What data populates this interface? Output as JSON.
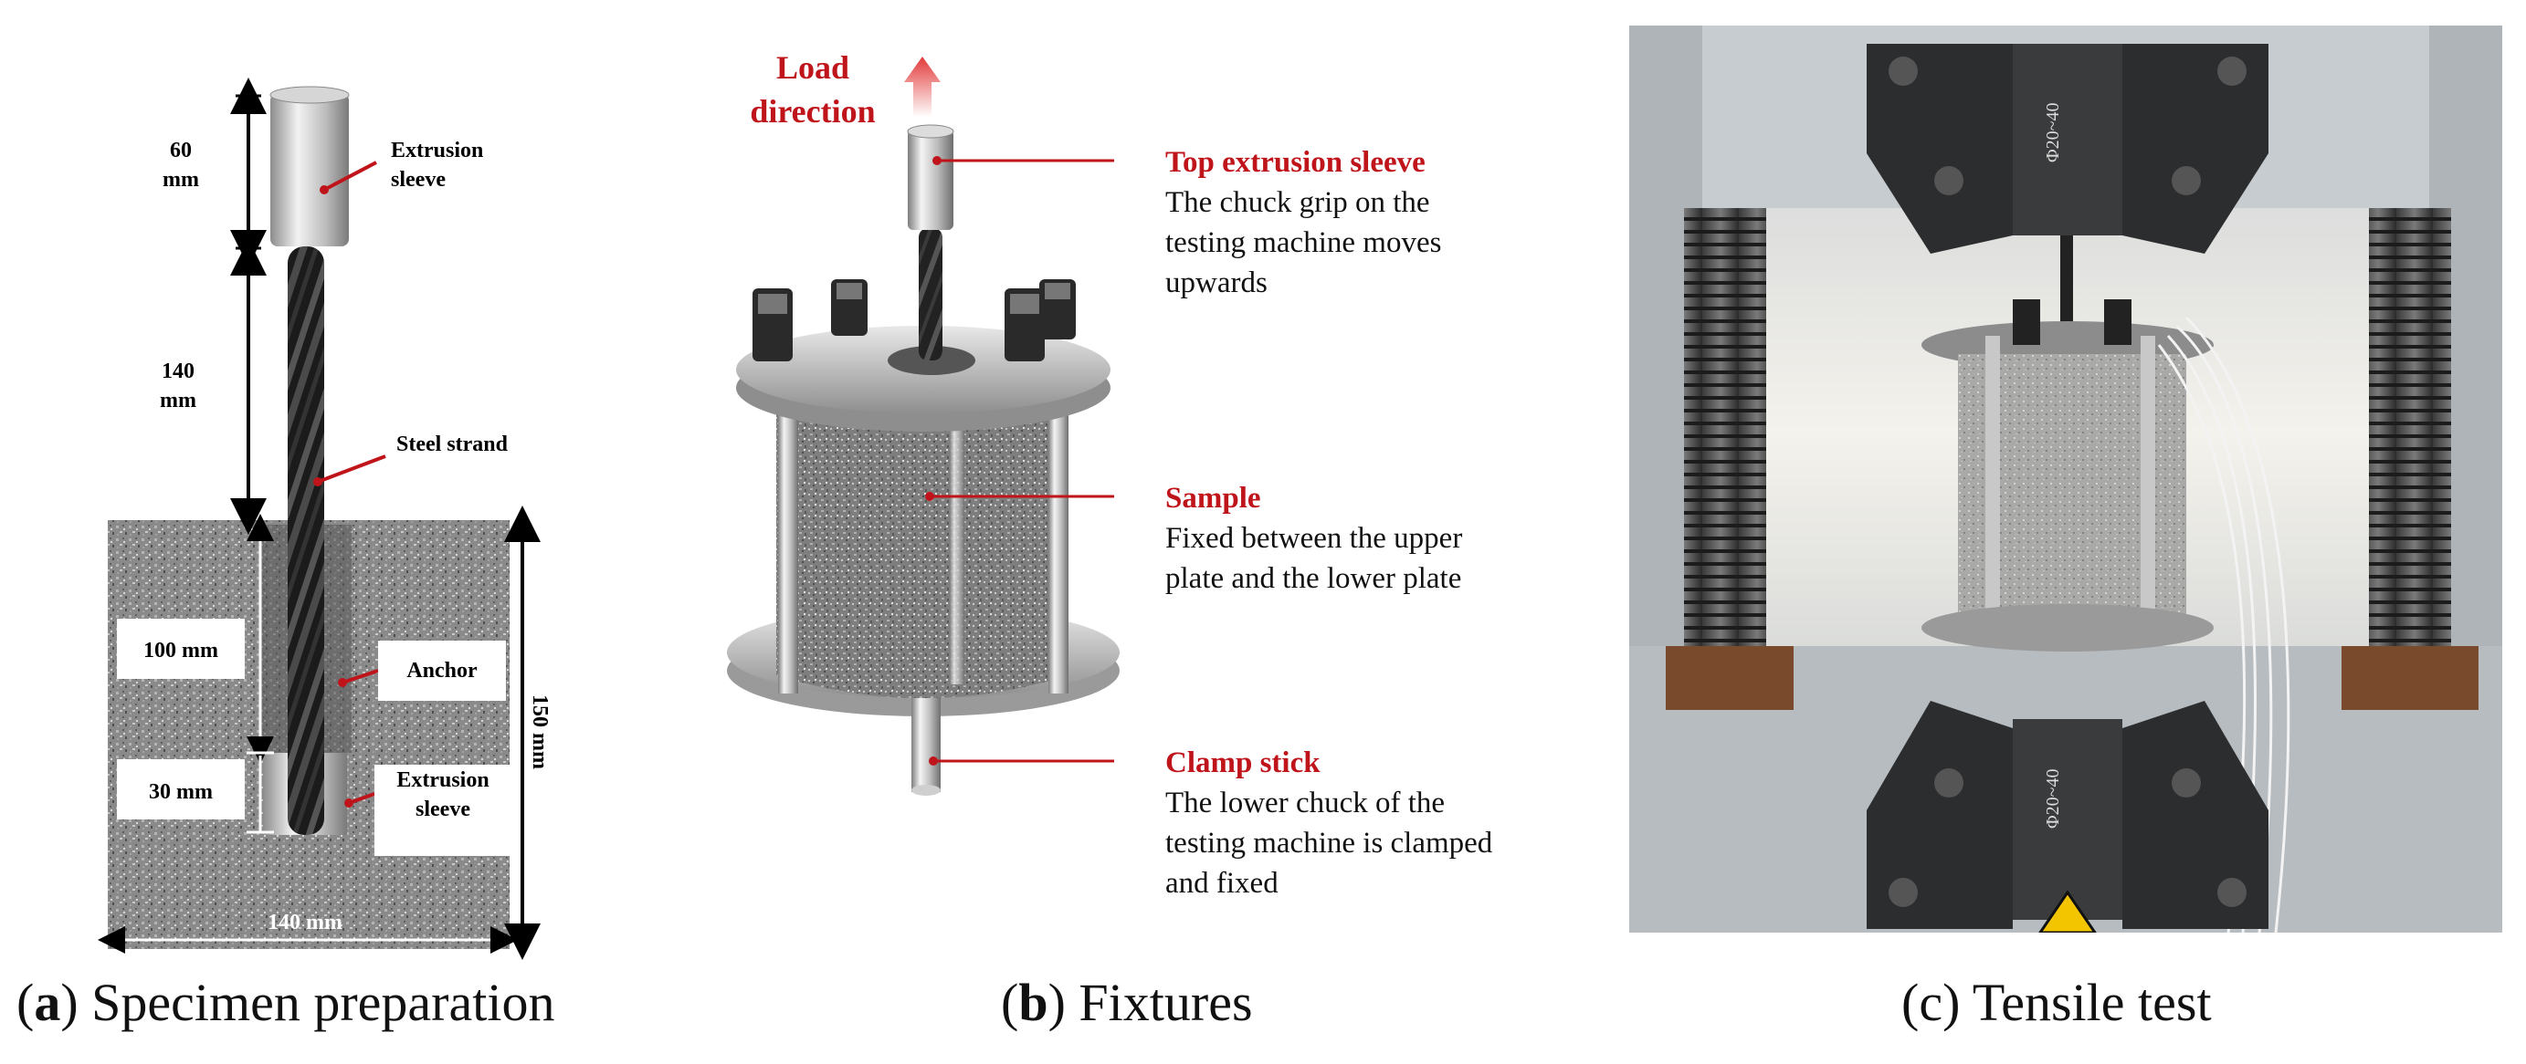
{
  "panel_a": {
    "caption_letter": "a",
    "caption_text": "Specimen preparation",
    "labels": {
      "top_len_value": "60",
      "top_len_unit": "mm",
      "mid_len_value": "140",
      "mid_len_unit": "mm",
      "extrusion_sleeve_top_1": "Extrusion",
      "extrusion_sleeve_top_2": "sleeve",
      "steel_strand": "Steel strand",
      "anchor_len": "100 mm",
      "anchor": "Anchor",
      "sleeve_len": "30 mm",
      "extrusion_sleeve_bottom_1": "Extrusion",
      "extrusion_sleeve_bottom_2": "sleeve",
      "height": "150 mm",
      "width": "140 mm"
    }
  },
  "panel_b": {
    "caption_letter": "b",
    "caption_text": "Fixtures",
    "load_direction_1": "Load",
    "load_direction_2": "direction",
    "items": [
      {
        "title": "Top extrusion sleeve",
        "lines": [
          "The chuck grip on the",
          "testing machine moves",
          "upwards"
        ]
      },
      {
        "title": "Sample",
        "lines": [
          "Fixed between the upper",
          "plate and the lower plate"
        ]
      },
      {
        "title": "Clamp stick",
        "lines": [
          "The lower chuck of the",
          "testing machine is clamped",
          "and fixed"
        ]
      }
    ],
    "colors": {
      "accent": "#c0141b"
    }
  },
  "panel_c": {
    "caption_letter": "c",
    "caption_text": "Tensile test",
    "grip_marking_top": "Φ20~40",
    "grip_marking_bottom": "Φ20~40"
  }
}
